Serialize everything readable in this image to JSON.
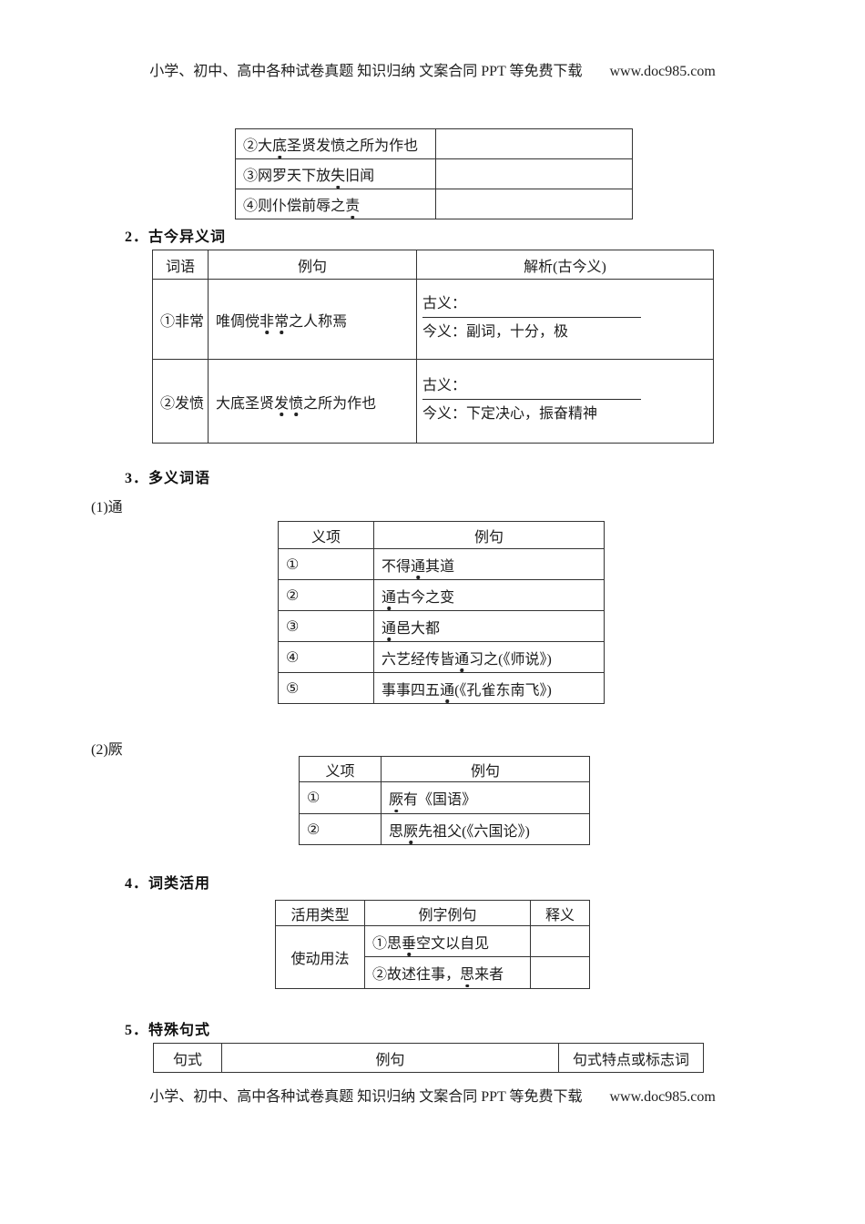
{
  "header": {
    "text": "小学、初中、高中各种试卷真题 知识归纳 文案合同 PPT 等免费下载",
    "url": "www.doc985.com"
  },
  "footer": {
    "text": "小学、初中、高中各种试卷真题 知识归纳 文案合同 PPT 等免费下载",
    "url": "www.doc985.com"
  },
  "continuation_table": {
    "rows": [
      {
        "example": {
          "text": "②大底圣贤发愤之所为作也",
          "dots": [
            2
          ]
        },
        "answer": ""
      },
      {
        "example": {
          "text": "③网罗天下放失旧闻",
          "dots": [
            6
          ]
        },
        "answer": ""
      },
      {
        "example": {
          "text": "④则仆偿前辱之责",
          "dots": [
            7
          ]
        },
        "answer": ""
      }
    ]
  },
  "section2": {
    "heading": "2．古今异义词",
    "table": {
      "headers": [
        "词语",
        "例句",
        "解析(古今义)"
      ],
      "rows": [
        {
          "word": "①非常",
          "example": {
            "text": "唯倜傥非常之人称焉",
            "dots": [
              3,
              4
            ]
          },
          "gu_label": "古义：",
          "jin_text": "今义：副词，十分，极"
        },
        {
          "word": "②发愤",
          "example": {
            "text": "大底圣贤发愤之所为作也",
            "dots": [
              4,
              5
            ]
          },
          "gu_label": "古义：",
          "jin_text": "今义：下定决心，振奋精神"
        }
      ]
    }
  },
  "section3": {
    "heading": "3．多义词语",
    "sub1_label": "(1)通",
    "tong_table": {
      "headers": [
        "义项",
        "例句"
      ],
      "rows": [
        {
          "item": "①",
          "example": {
            "text": "不得通其道",
            "dots": [
              2
            ]
          }
        },
        {
          "item": "②",
          "example": {
            "text": "通古今之变",
            "dots": [
              0
            ]
          }
        },
        {
          "item": "③",
          "example": {
            "text": "通邑大都",
            "dots": [
              0
            ]
          }
        },
        {
          "item": "④",
          "example": {
            "text": "六艺经传皆通习之(《师说》)",
            "dots": [
              5
            ]
          }
        },
        {
          "item": "⑤",
          "example": {
            "text": "事事四五通(《孔雀东南飞》)",
            "dots": [
              4
            ]
          }
        }
      ]
    },
    "sub2_label": "(2)厥",
    "jue_table": {
      "headers": [
        "义项",
        "例句"
      ],
      "rows": [
        {
          "item": "①",
          "example": {
            "text": "厥有《国语》",
            "dots": [
              0
            ]
          }
        },
        {
          "item": "②",
          "example": {
            "text": "思厥先祖父(《六国论》)",
            "dots": [
              1
            ]
          }
        }
      ]
    }
  },
  "section4": {
    "heading": "4．词类活用",
    "table": {
      "headers": [
        "活用类型",
        "例字例句",
        "释义"
      ],
      "usage_type": "使动用法",
      "rows": [
        {
          "example": {
            "text": "①思垂空文以自见",
            "dots": [
              2
            ]
          },
          "meaning": ""
        },
        {
          "example": {
            "text": "②故述往事，思来者",
            "dots": [
              6
            ]
          },
          "meaning": ""
        }
      ]
    }
  },
  "section5": {
    "heading": "5．特殊句式",
    "table": {
      "headers": [
        "句式",
        "例句",
        "句式特点或标志词"
      ]
    }
  }
}
